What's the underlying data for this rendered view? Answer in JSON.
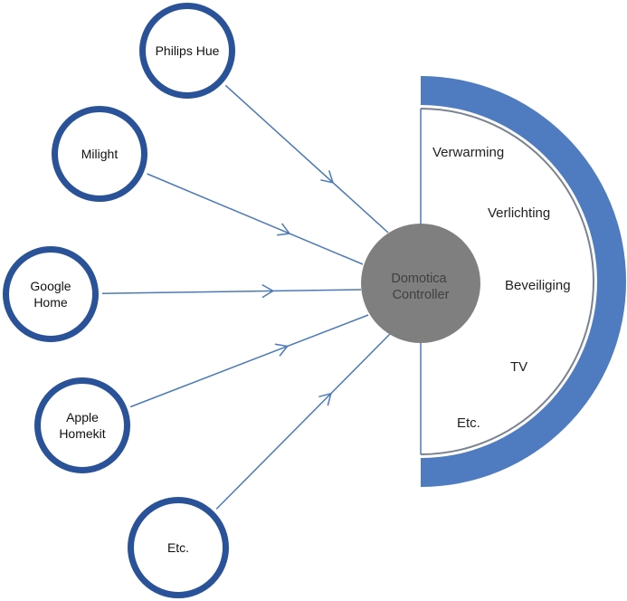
{
  "colors": {
    "ring": "#2a5298",
    "arrow": "#4a7ab8",
    "band": "#4f7cc0",
    "band_edge": "#7a8390",
    "center_fill": "#7f7f7f",
    "center_text": "#404040"
  },
  "sources": [
    {
      "lines": [
        "Philips Hue"
      ]
    },
    {
      "lines": [
        "Milight"
      ]
    },
    {
      "lines": [
        "Google",
        "Home"
      ]
    },
    {
      "lines": [
        "Apple",
        "Homekit"
      ]
    },
    {
      "lines": [
        "Etc."
      ]
    }
  ],
  "center": {
    "lines": [
      "Domotica",
      "Controller"
    ]
  },
  "services": [
    "Verwarming",
    "Verlichting",
    "Beveiliging",
    "TV",
    "Etc."
  ]
}
